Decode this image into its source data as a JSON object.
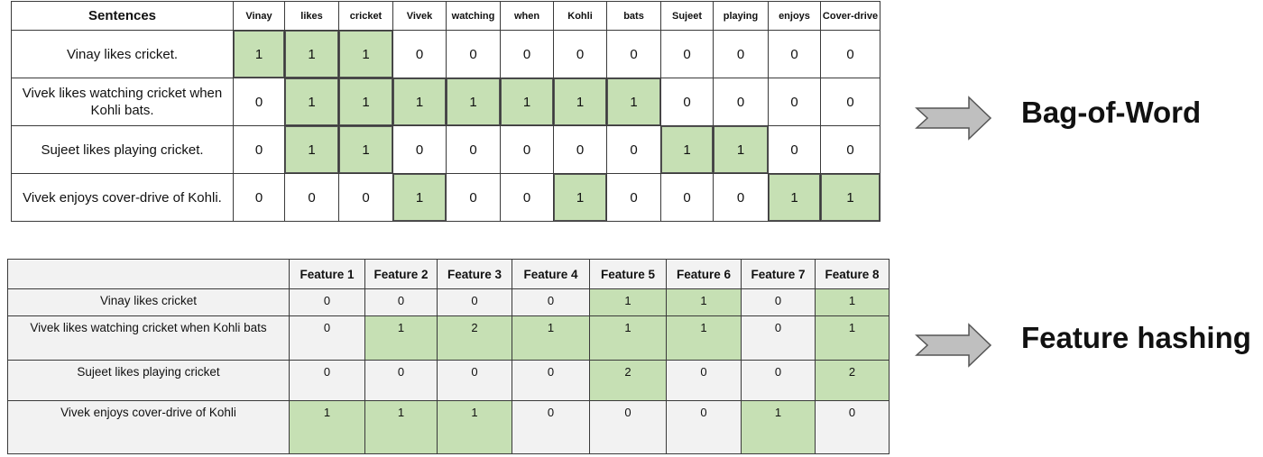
{
  "bag_of_word": {
    "corner_header": "Sentences",
    "columns": [
      "Vinay",
      "likes",
      "cricket",
      "Vivek",
      "watching",
      "when",
      "Kohli",
      "bats",
      "Sujeet",
      "playing",
      "enjoys",
      "Cover-drive"
    ],
    "rows": [
      {
        "sentence": "Vinay likes cricket.",
        "values": [
          1,
          1,
          1,
          0,
          0,
          0,
          0,
          0,
          0,
          0,
          0,
          0
        ]
      },
      {
        "sentence": "Vivek likes watching cricket when Kohli bats.",
        "values": [
          0,
          1,
          1,
          1,
          1,
          1,
          1,
          1,
          0,
          0,
          0,
          0
        ]
      },
      {
        "sentence": "Sujeet likes playing cricket.",
        "values": [
          0,
          1,
          1,
          0,
          0,
          0,
          0,
          0,
          1,
          1,
          0,
          0
        ]
      },
      {
        "sentence": "Vivek enjoys cover-drive of Kohli.",
        "values": [
          0,
          0,
          0,
          1,
          0,
          0,
          1,
          0,
          0,
          0,
          1,
          1
        ]
      }
    ],
    "label": "Bag-of-Word"
  },
  "feature_hashing": {
    "corner_header": "",
    "columns": [
      "Feature 1",
      "Feature 2",
      "Feature 3",
      "Feature 4",
      "Feature 5",
      "Feature 6",
      "Feature 7",
      "Feature 8"
    ],
    "rows": [
      {
        "sentence": "Vinay likes cricket",
        "values": [
          0,
          0,
          0,
          0,
          1,
          1,
          0,
          1
        ],
        "highlight": [
          false,
          false,
          false,
          false,
          true,
          true,
          false,
          true
        ]
      },
      {
        "sentence": "Vivek likes watching cricket when Kohli bats",
        "values": [
          0,
          1,
          2,
          1,
          1,
          1,
          0,
          1
        ],
        "highlight": [
          false,
          true,
          true,
          true,
          true,
          true,
          false,
          true
        ]
      },
      {
        "sentence": "Sujeet likes playing cricket",
        "values": [
          0,
          0,
          0,
          0,
          2,
          0,
          0,
          2
        ],
        "highlight": [
          false,
          false,
          false,
          false,
          true,
          false,
          false,
          true
        ]
      },
      {
        "sentence": "Vivek enjoys cover-drive of Kohli",
        "values": [
          1,
          1,
          1,
          0,
          0,
          0,
          1,
          0
        ],
        "highlight": [
          true,
          true,
          true,
          false,
          false,
          false,
          true,
          false
        ]
      }
    ],
    "label": "Feature hashing"
  },
  "colors": {
    "highlight": "#c6e0b4",
    "cell_gray": "#f2f2f2",
    "arrow_fill": "#bfbfbf"
  },
  "icons": [
    "right-arrow-icon"
  ]
}
